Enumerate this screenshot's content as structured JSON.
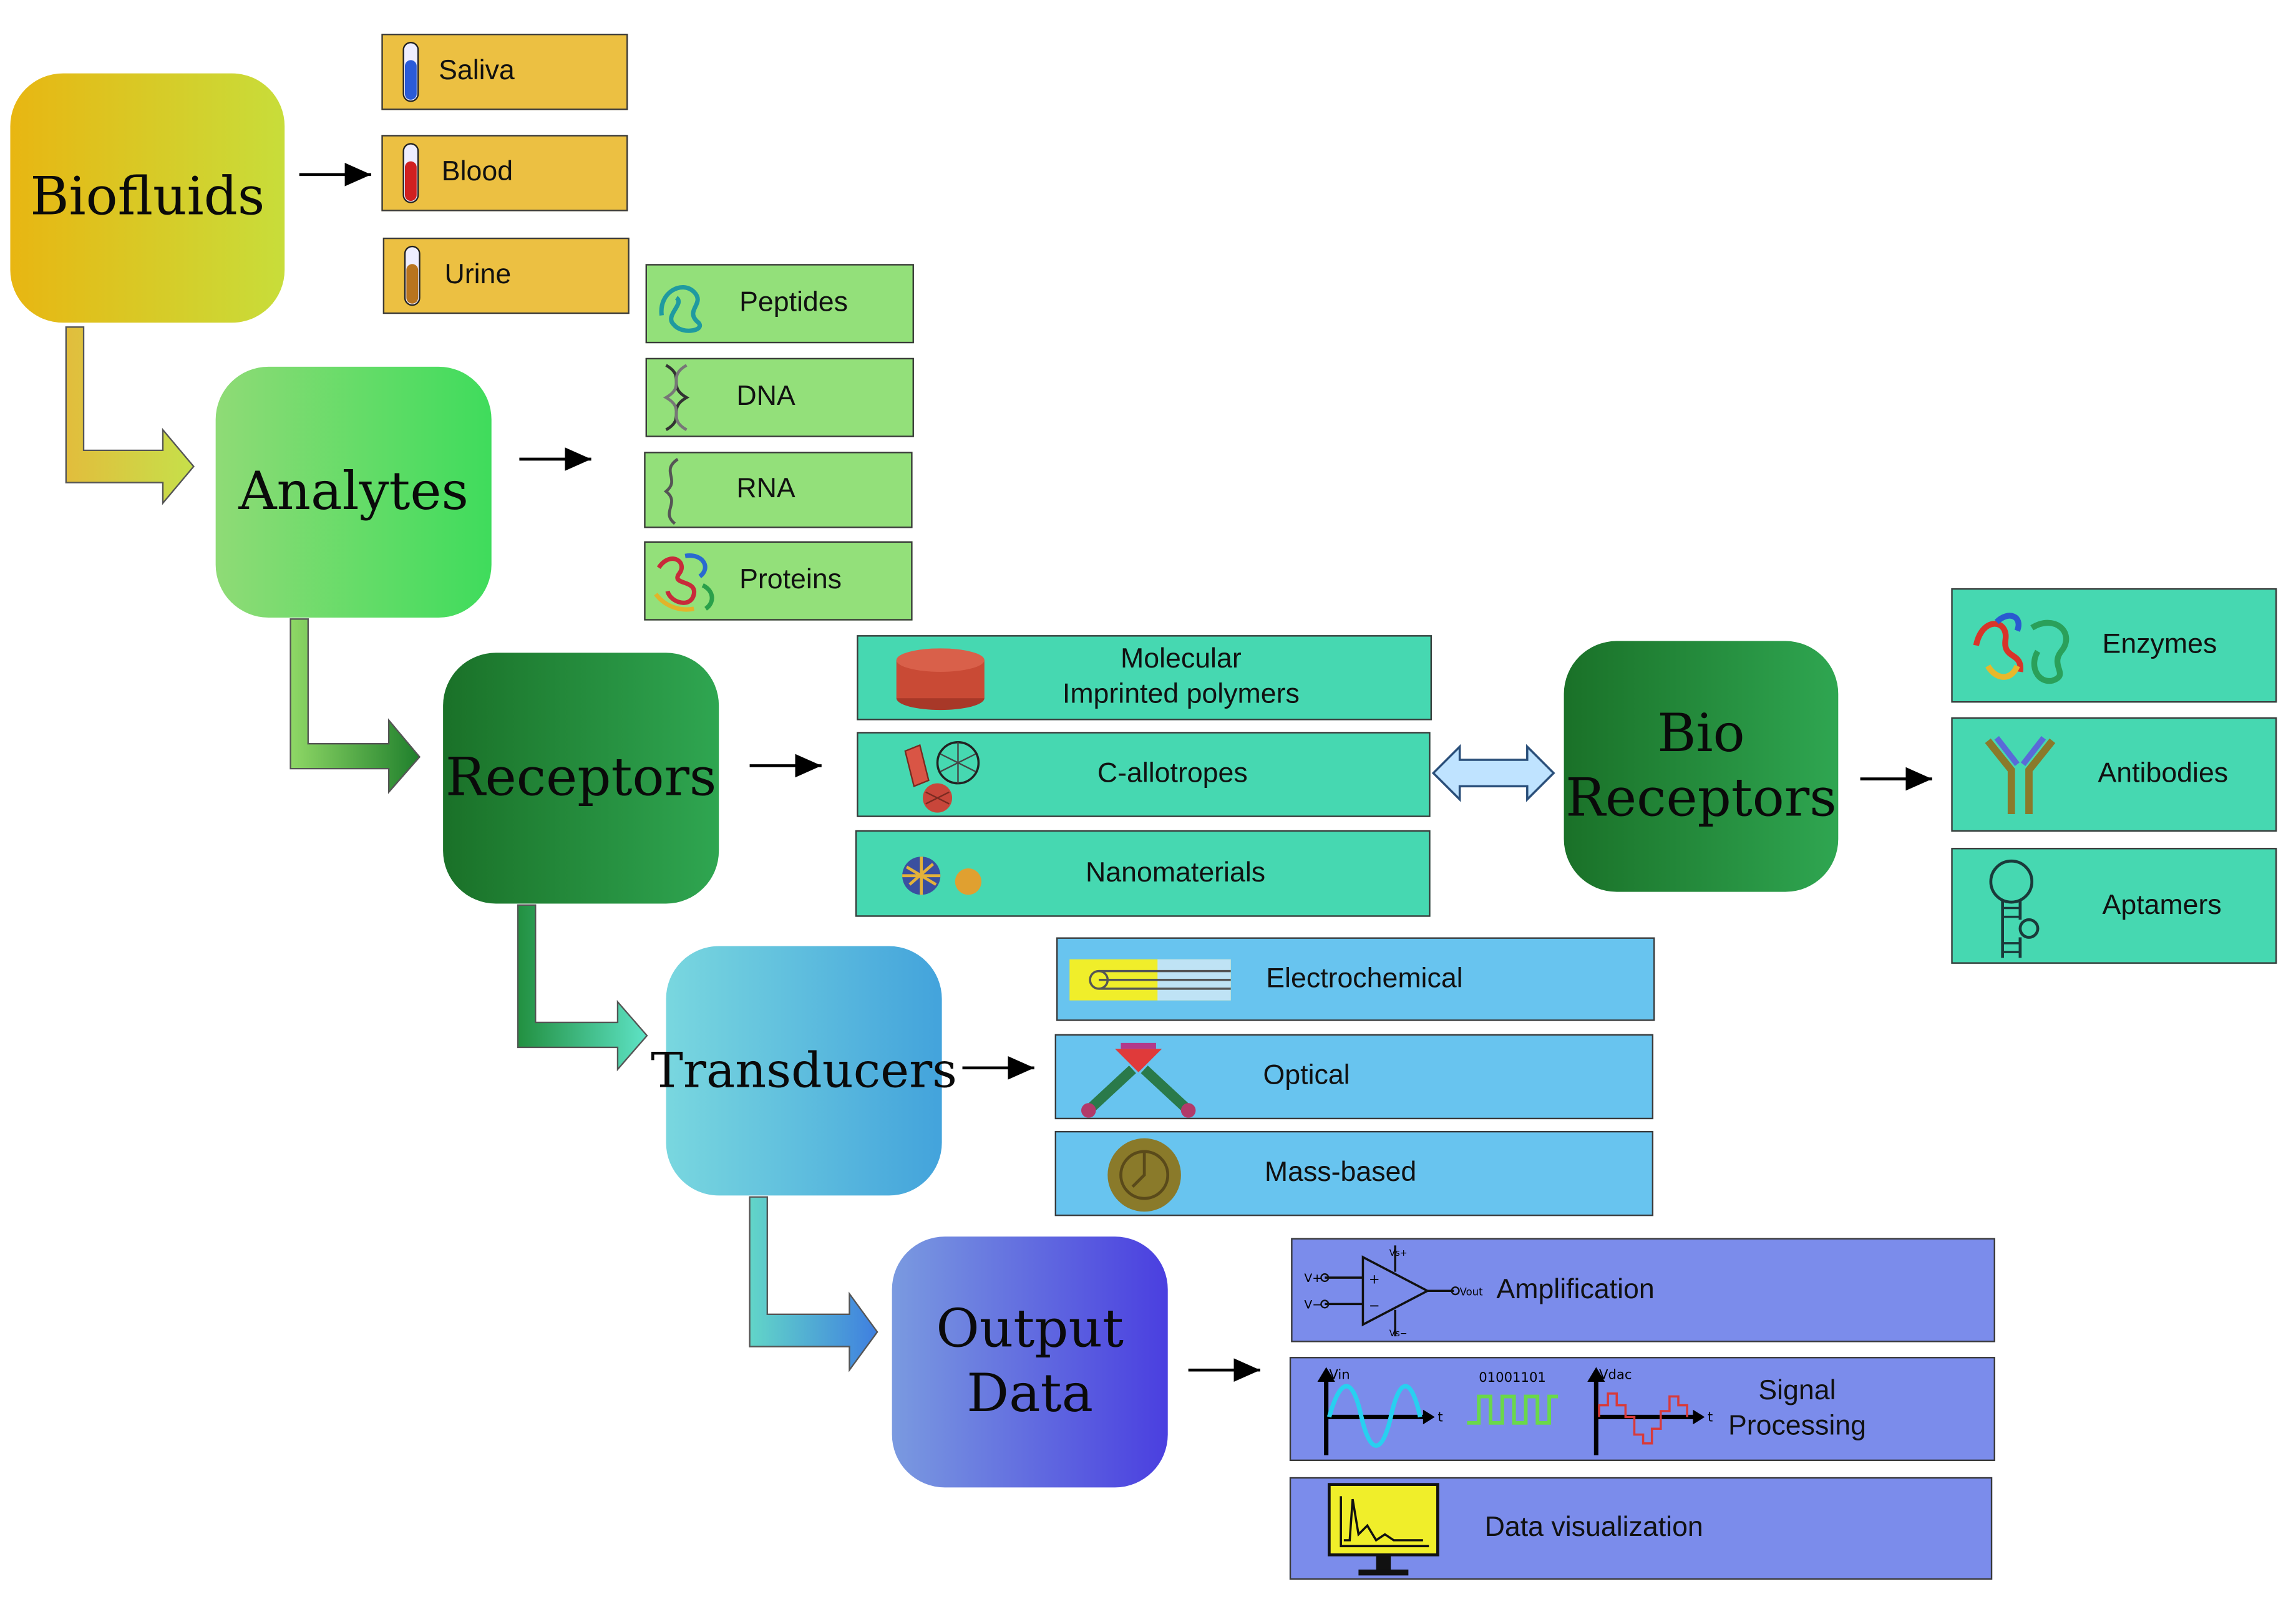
{
  "hubs": {
    "biofluids": "Biofluids",
    "analytes": "Analytes",
    "receptors": "Receptors",
    "transducers": "Transducers",
    "output_line1": "Output",
    "output_line2": "Data",
    "bio_line1": "Bio",
    "bio_line2": "Receptors"
  },
  "biofluids": [
    "Saliva",
    "Blood",
    "Urine"
  ],
  "analytes": [
    "Peptides",
    "DNA",
    "RNA",
    "Proteins"
  ],
  "receptors": {
    "mip_line1": "Molecular",
    "mip_line2": "Imprinted polymers",
    "callotropes": "C-allotropes",
    "nanomaterials": "Nanomaterials"
  },
  "bioreceptors": [
    "Enzymes",
    "Antibodies",
    "Aptamers"
  ],
  "transducers": [
    "Electrochemical",
    "Optical",
    "Mass-based"
  ],
  "output": {
    "amplification": "Amplification",
    "signal_line1": "Signal",
    "signal_line2": "Processing",
    "visualization": "Data visualization"
  },
  "circuit_labels": {
    "vplus": "V+",
    "vminus": "V−",
    "vs_plus": "Vs+",
    "vs_minus": "Vs−",
    "vout": "Vout",
    "vin": "Vin",
    "vdac": "Vdac",
    "t": "t",
    "bits": "01001101"
  },
  "colors": {
    "biofluid_box": "#ecc042",
    "analyte_box": "#93e07a",
    "receptor_box": "#46d8b1",
    "transducer_box": "#68c4ef",
    "output_box": "#7b8ceb"
  }
}
